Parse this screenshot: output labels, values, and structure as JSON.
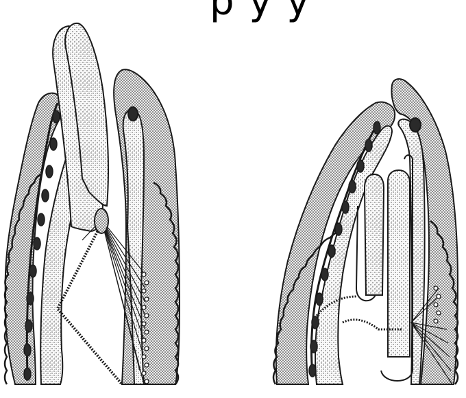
{
  "header": {
    "cropped_text": "p    y    y"
  },
  "figure": {
    "left_panel": "dentition-section-left",
    "right_panel": "dentition-section-right"
  },
  "colors": {
    "ink": "#1a1a1a",
    "paper": "#ffffff",
    "stipple": "#3a3a3a"
  }
}
